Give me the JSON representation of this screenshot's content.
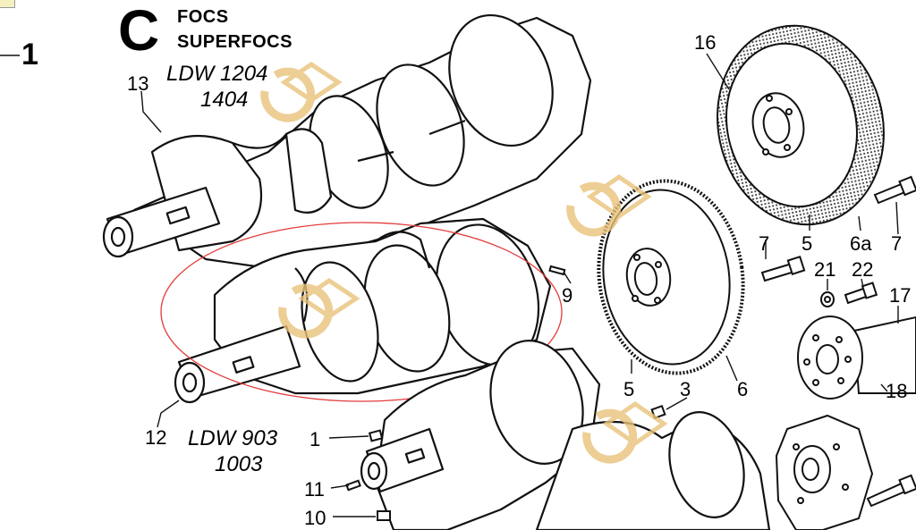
{
  "header": {
    "letter": "C",
    "line1": "FOCS",
    "line2": "SUPERFOCS"
  },
  "side_marker": "1",
  "models": {
    "top_a": "LDW 1204",
    "top_b": "1404",
    "bottom_a": "LDW 903",
    "bottom_b": "1003"
  },
  "callouts": {
    "p13": "13",
    "p16": "16",
    "p7a": "7",
    "p7b": "7",
    "p5a": "5",
    "p6a": "6a",
    "p21": "21",
    "p22": "22",
    "p17": "17",
    "p9": "9",
    "p5b": "5",
    "p3": "3",
    "p6": "6",
    "p18": "18",
    "p12": "12",
    "p1": "1",
    "p11": "11",
    "p10": "10"
  },
  "colors": {
    "line": "#111111",
    "highlight": "#e33b3b",
    "watermark": "#e9c27a",
    "hatch": "#555555"
  },
  "icons": [
    "crankshaft-drawing",
    "flywheel-drawing",
    "ring-gear-drawing",
    "hub-drawing",
    "bolt-drawing",
    "watermark-logo-icon"
  ]
}
